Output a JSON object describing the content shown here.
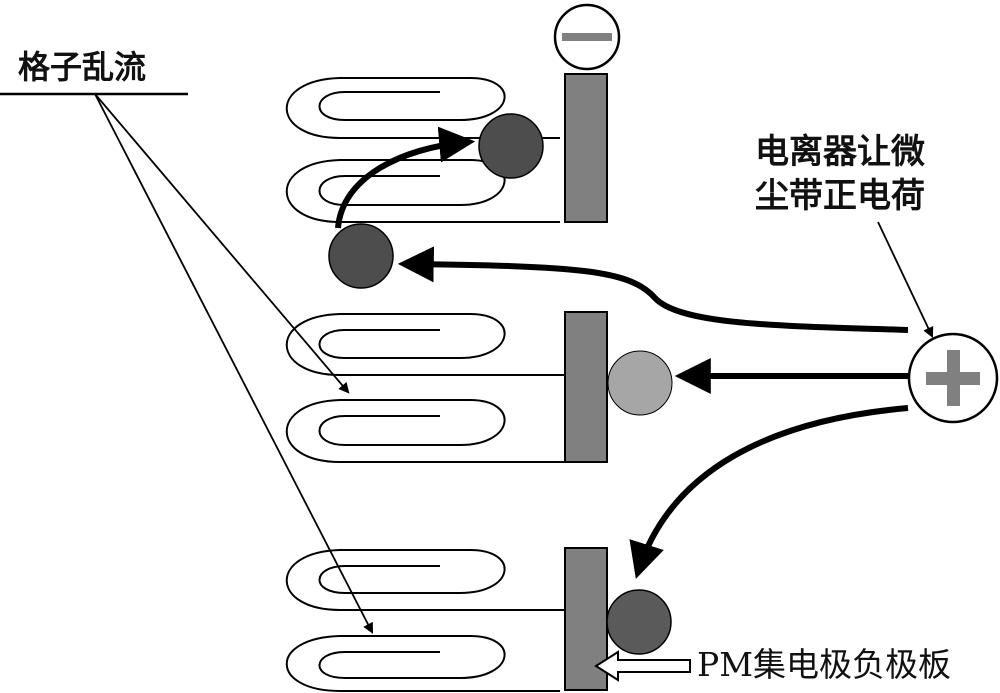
{
  "labels": {
    "turbulence": "格子乱流",
    "ionizer_line1": "电离器让微",
    "ionizer_line2": "尘带正电荷",
    "collector": "PM集电极负极板"
  },
  "symbols": {
    "negative": "minus-sign",
    "positive": "plus-sign"
  },
  "colors": {
    "plate": "#808080",
    "particle_dark": "#4d4d4d",
    "particle_light": "#a6a6a6",
    "stroke": "#000000"
  }
}
